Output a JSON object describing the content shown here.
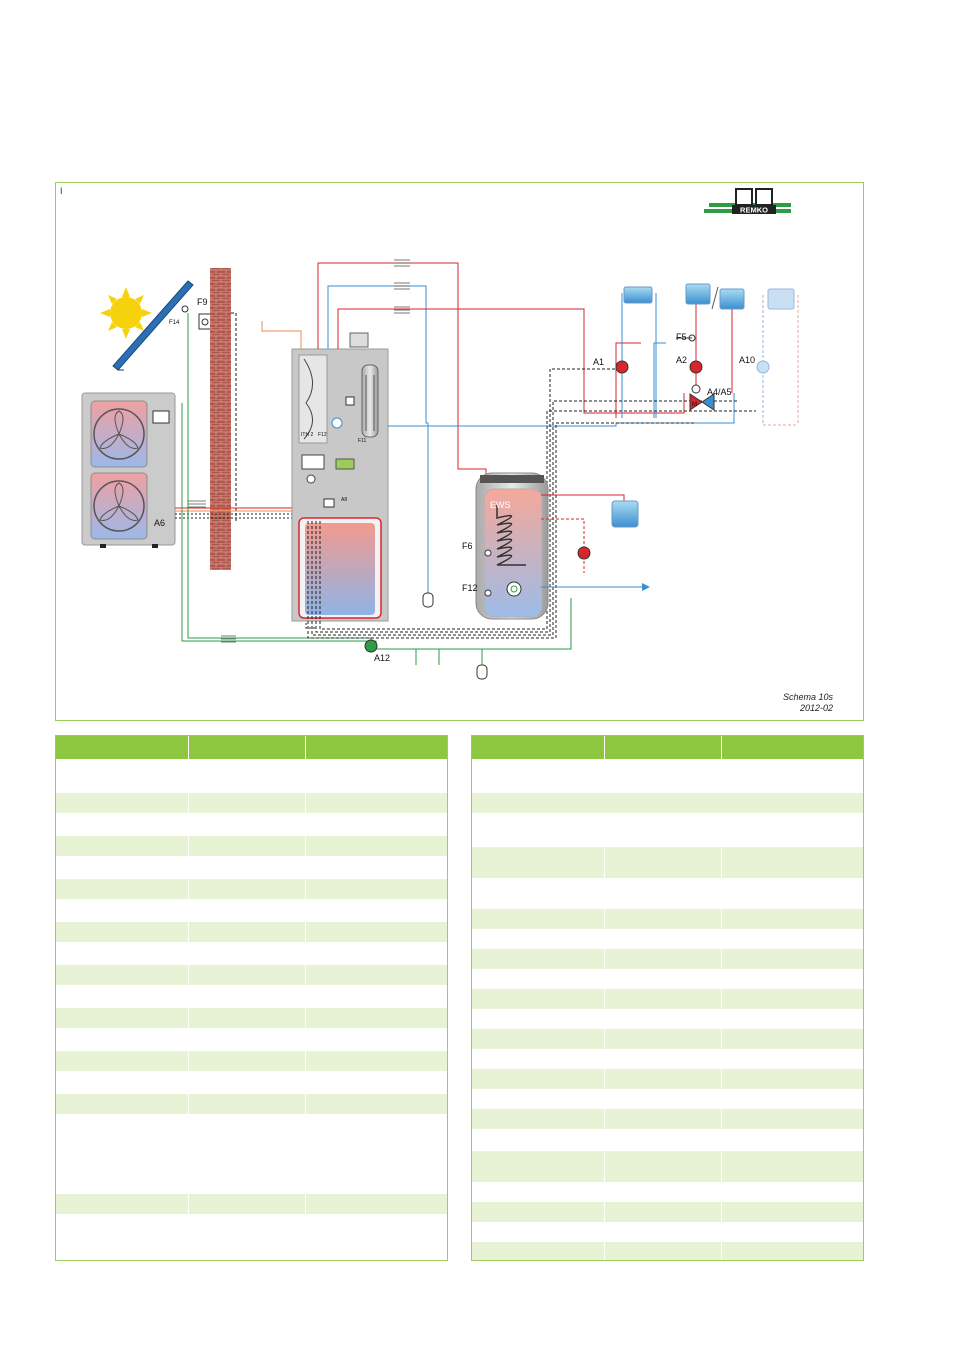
{
  "diagram": {
    "corner_mark": "I",
    "brand": "REMKO",
    "labels": {
      "A1": "A1",
      "A2": "A2",
      "A4A5": "A4/A5",
      "A6": "A6",
      "A8": "A8",
      "A10": "A10",
      "A12": "A12",
      "F5": "F5",
      "F6": "F6",
      "F9": "F9",
      "F11": "F11",
      "F12": "F12",
      "F12s": "F12",
      "F14": "F14",
      "ITH2": "ITH 2",
      "EWS": "EWS",
      "M": "M"
    },
    "caption": {
      "line1": "Schema 10s",
      "line2": "2012-02"
    },
    "colors": {
      "frame": "#9ccd5a",
      "supply": "#d9262c",
      "return": "#3a8fd0",
      "solar": "#2e9b45",
      "brick": "#b3544a",
      "unit": "#c9c9c9"
    }
  },
  "tables": {
    "left": {
      "rows": [
        "head",
        "plain",
        "tinted",
        "plain",
        "tinted",
        "plain",
        "tinted",
        "plain",
        "tinted",
        "plain",
        "tinted",
        "plain",
        "tinted",
        "plain",
        "tinted",
        "plain",
        "tinted",
        "plain",
        "tinted"
      ]
    },
    "right": {
      "rows": [
        "head",
        "plain",
        "tinted",
        "plain",
        "tinted",
        "plain",
        "tinted",
        "plain",
        "tinted",
        "plain",
        "tinted",
        "plain",
        "tinted",
        "plain",
        "tinted",
        "plain",
        "tinted",
        "plain",
        "tinted",
        "plain",
        "tinted",
        "plain",
        "tinted"
      ]
    }
  }
}
